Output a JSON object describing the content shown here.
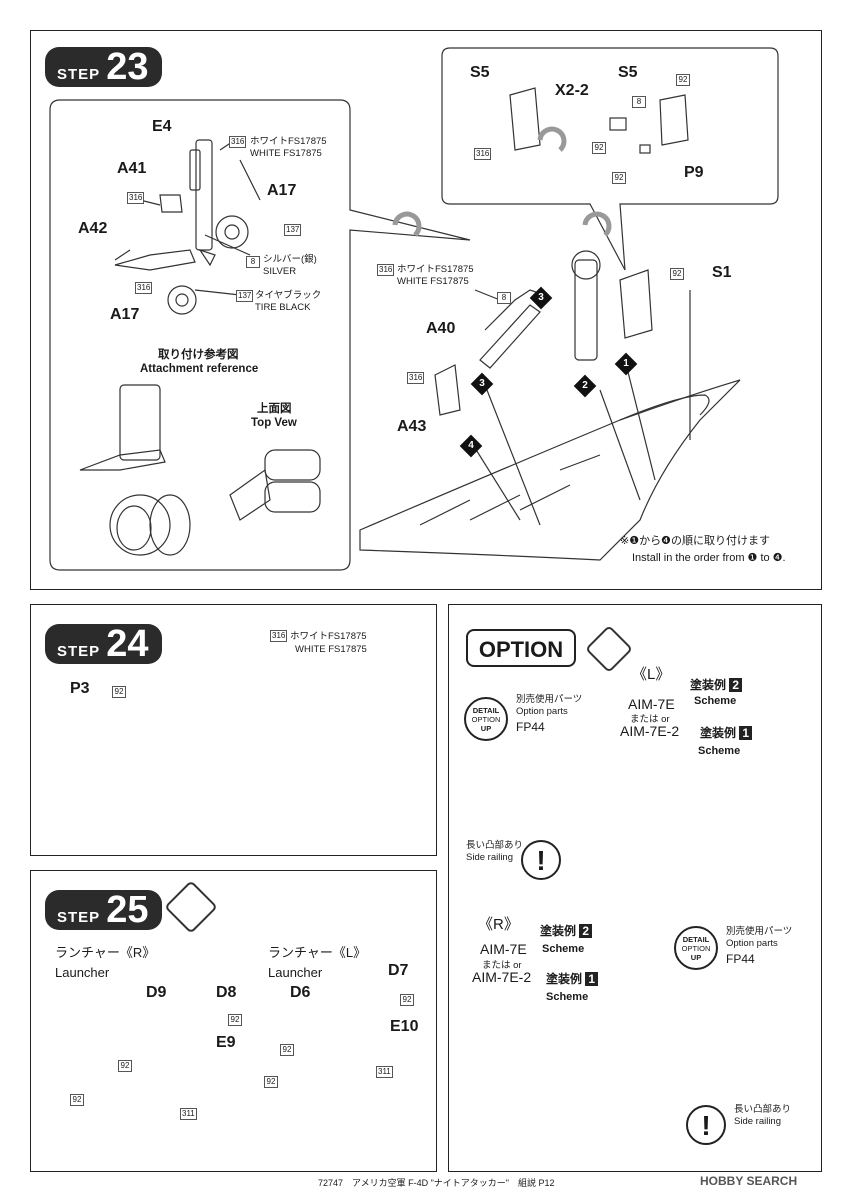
{
  "step23": {
    "step_word": "STEP",
    "step_num": "23",
    "parts": {
      "E4": "E4",
      "A41": "A41",
      "A42": "A42",
      "A17a": "A17",
      "A17b": "A17",
      "S5a": "S5",
      "S5b": "S5",
      "X22": "X2-2",
      "P9": "P9",
      "S1": "S1",
      "A40": "A40",
      "A43": "A43"
    },
    "paint_white_jp": "ホワイトFS17875",
    "paint_white_en": "WHITE FS17875",
    "paint_silver_jp": "シルバー(銀)",
    "paint_silver_en": "SILVER",
    "paint_tire_jp": "タイヤブラック",
    "paint_tire_en": "TIRE BLACK",
    "attach_jp": "取り付け参考図",
    "attach_en": "Attachment reference",
    "top_jp": "上面図",
    "top_en": "Top Vew",
    "order_jp": "※❶から❹の順に取り付けます",
    "order_en": "Install in the order from ❶ to ❹.",
    "codes": {
      "c316": "316",
      "c137": "137",
      "c8": "8",
      "c92": "92"
    },
    "bullets": [
      "1",
      "2",
      "3",
      "4"
    ]
  },
  "step24": {
    "step_word": "STEP",
    "step_num": "24",
    "part": "P3",
    "paint_jp": "ホワイトFS17875",
    "paint_en": "WHITE FS17875",
    "code92": "92",
    "code316": "316"
  },
  "step25": {
    "step_word": "STEP",
    "step_num": "25",
    "launcher_r_jp": "ランチャー《R》",
    "launcher_l_jp": "ランチャー《L》",
    "launcher_en": "Launcher",
    "parts": {
      "D9": "D9",
      "D8": "D8",
      "E9": "E9",
      "D6": "D6",
      "D7": "D7",
      "E10": "E10"
    },
    "code92": "92",
    "code311": "311"
  },
  "option": {
    "title": "OPTION",
    "l_mark": "《L》",
    "r_mark": "《R》",
    "scheme_jp_2": "塗装例",
    "scheme_jp_1": "塗装例",
    "scheme_en": "Scheme",
    "num2": "2",
    "num1": "1",
    "aim7e": "AIM-7E",
    "or_text": "または or",
    "aim7e2": "AIM-7E-2",
    "detail_top": "DETAIL",
    "detail_mid": "OPTION",
    "detail_bot": "UP",
    "parts_jp": "別売使用パーツ",
    "parts_en": "Option parts",
    "fp44": "FP44",
    "rail_jp": "長い凸部あり",
    "rail_en": "Side railing"
  },
  "footer": {
    "text": "72747　アメリカ空軍 F-4D \"ナイトアタッカー\"　組説 P12",
    "brand": "HOBBY SEARCH"
  }
}
